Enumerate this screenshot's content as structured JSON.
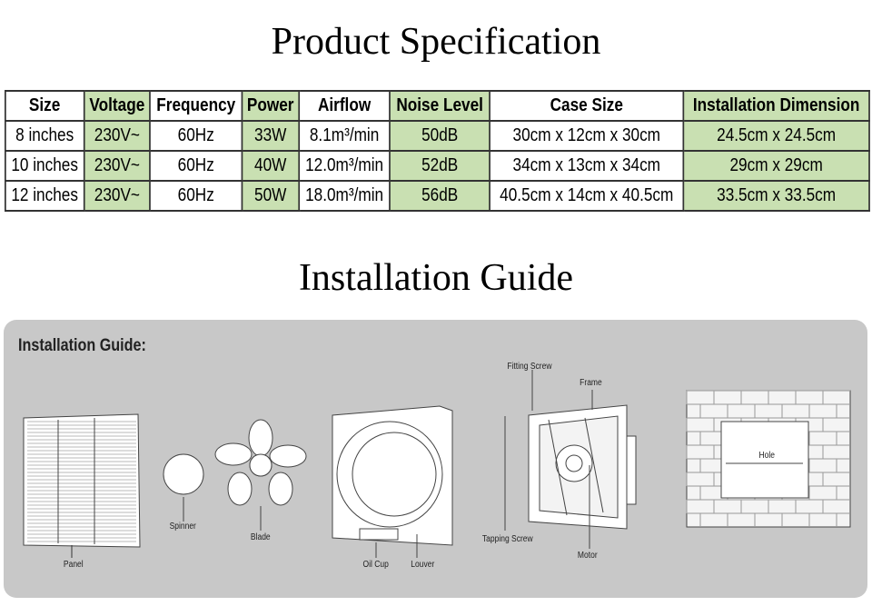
{
  "spec_title": "Product Specification",
  "guide_title": "Installation Guide",
  "table": {
    "headers": [
      "Size",
      "Voltage",
      "Frequency",
      "Power",
      "Airflow",
      "Noise Level",
      "Case Size",
      "Installation Dimension"
    ],
    "rows": [
      [
        "8 inches",
        "230V~",
        "60Hz",
        "33W",
        "8.1m³/min",
        "50dB",
        "30cm x 12cm x 30cm",
        "24.5cm x 24.5cm"
      ],
      [
        "10 inches",
        "230V~",
        "60Hz",
        "40W",
        "12.0m³/min",
        "52dB",
        "34cm x 13cm x 34cm",
        "29cm x 29cm"
      ],
      [
        "12 inches",
        "230V~",
        "60Hz",
        "50W",
        "18.0m³/min",
        "56dB",
        "40.5cm x 14cm x 40.5cm",
        "33.5cm x 33.5cm"
      ]
    ]
  },
  "guide": {
    "heading": "Installation Guide:",
    "labels": {
      "panel": "Panel",
      "spinner": "Spinner",
      "blade": "Blade",
      "oil_cup": "Oil Cup",
      "louver": "Louver",
      "fitting_screw": "Fitting Screw",
      "frame": "Frame",
      "tapping_screw": "Tapping Screw",
      "motor": "Motor",
      "hole": "Hole"
    }
  }
}
